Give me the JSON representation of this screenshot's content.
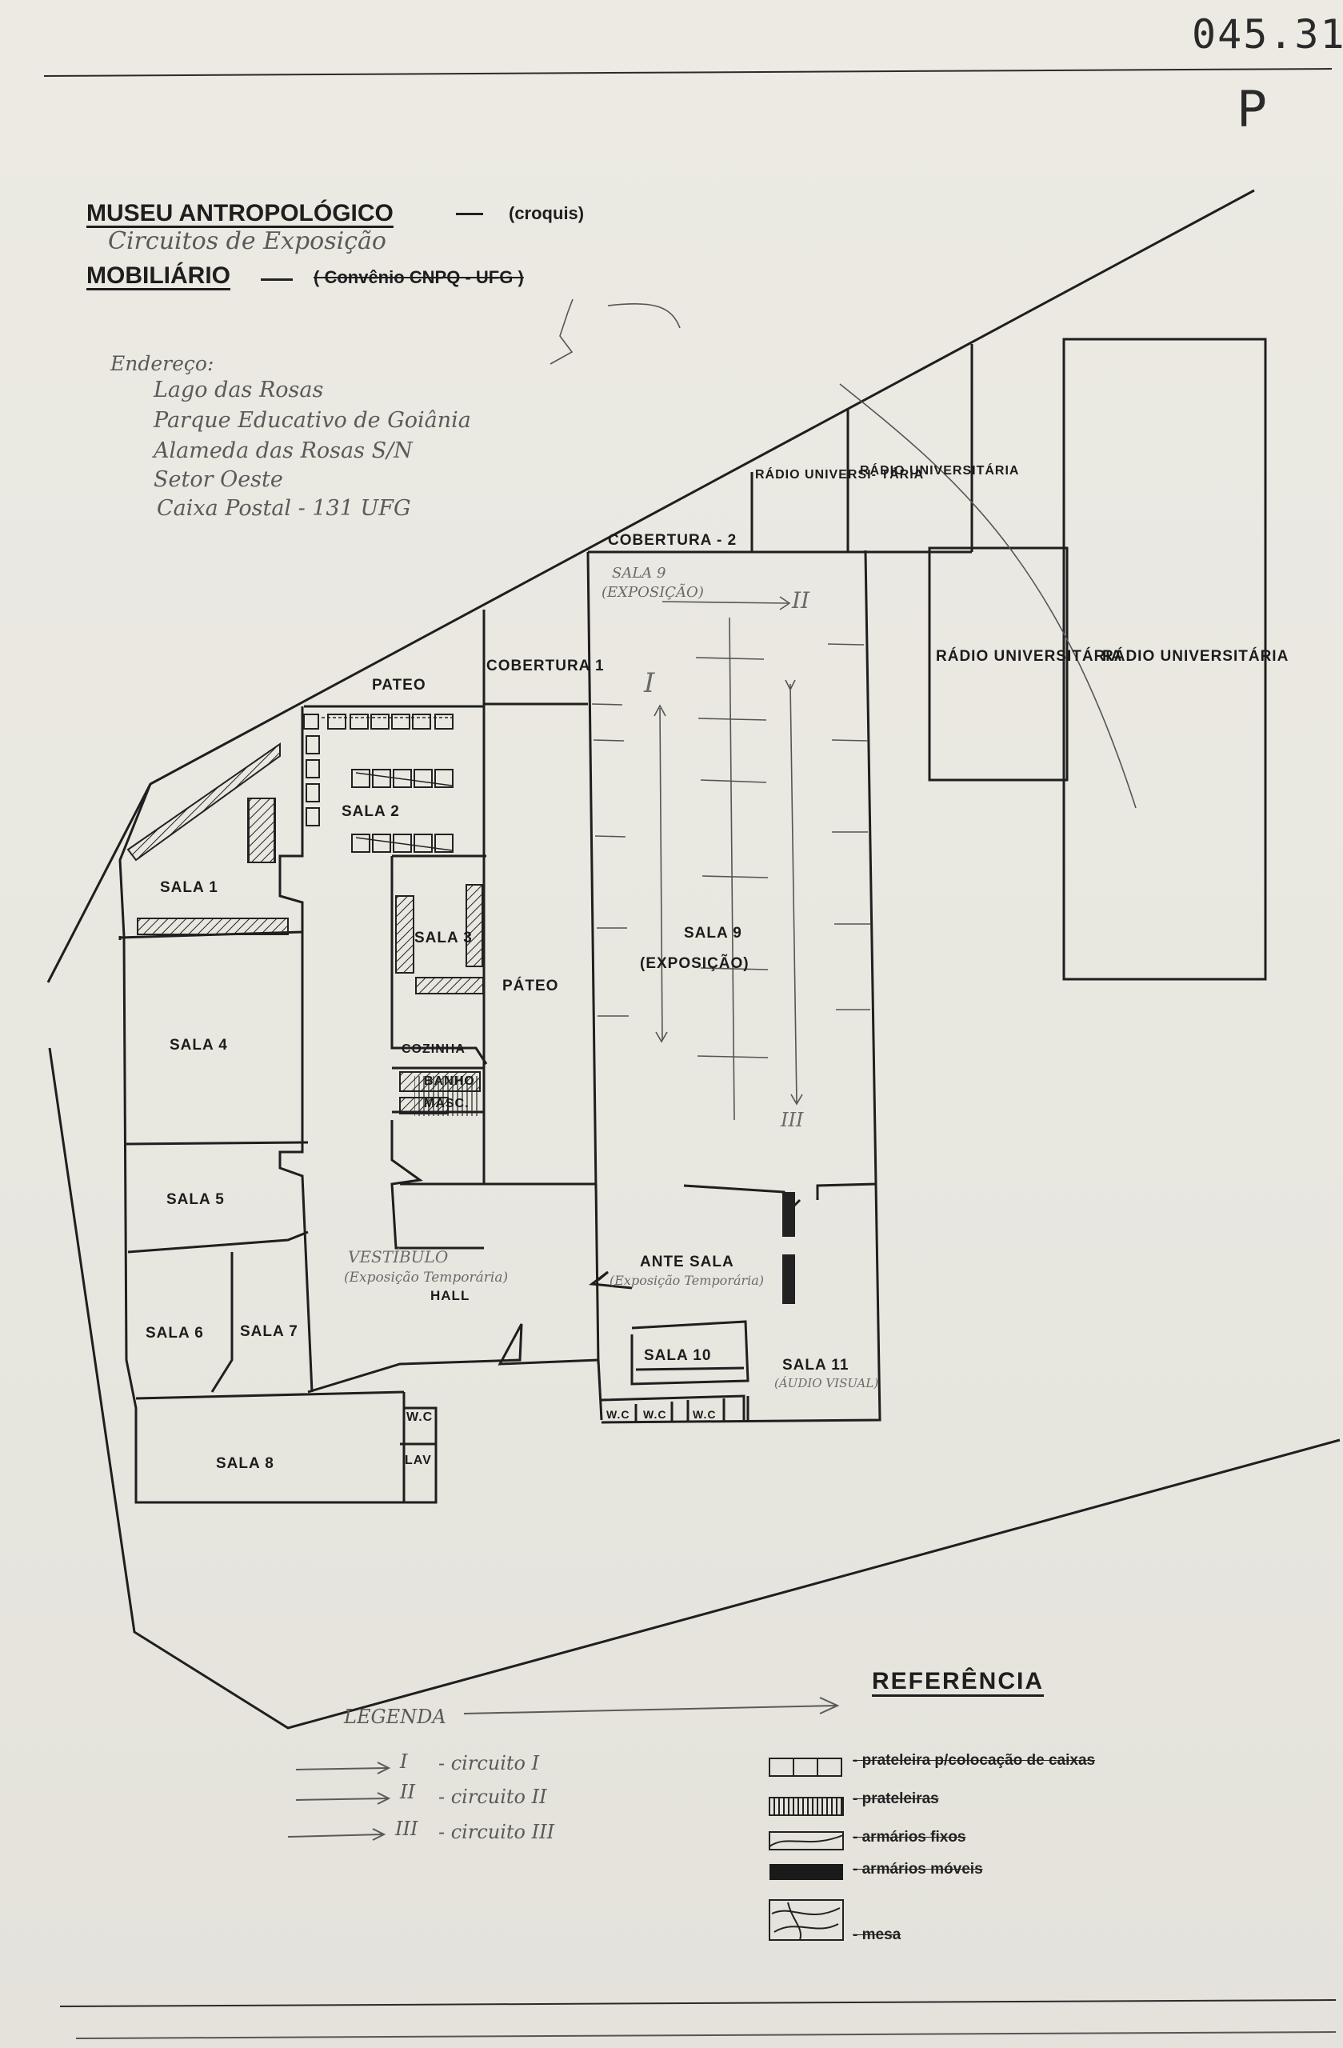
{
  "archive_code": "045.31",
  "archive_letter": "P",
  "header": {
    "title_museu": "MUSEU ANTROPOLÓGICO",
    "croquis": "(croquis)",
    "subtitle_hand": "Circuitos de Exposição",
    "title_mobiliario": "MOBILIÁRIO",
    "convenio": "( Convênio CNPQ - UFG )"
  },
  "address": {
    "label": "Endereço:",
    "lines": [
      "Lago das Rosas",
      "Parque Educativo de Goiânia",
      "Alameda das Rosas S/N",
      "Setor Oeste",
      "Caixa Postal - 131 UFG"
    ]
  },
  "rooms": {
    "radio_universitaria_1": "RÁDIO UNIVERSI- TÁRIA",
    "radio_universitaria_2": "RÁDIO UNIVERSITÁRIA",
    "radio_universitaria_3": "RÁDIO UNIVERSITÁRIA",
    "radio_universitaria_4": "RÁDIO UNIVERSITÁRIA",
    "cobertura_2": "COBERTURA - 2",
    "cobertura_1": "COBERTURA 1",
    "pateo_top": "PATEO",
    "pateo_mid": "PÁTEO",
    "sala_1": "SALA 1",
    "sala_2": "SALA 2",
    "sala_3": "SALA 3",
    "sala_4": "SALA 4",
    "sala_5": "SALA 5",
    "sala_6": "SALA 6",
    "sala_7": "SALA 7",
    "sala_8": "SALA 8",
    "sala_9": "SALA 9",
    "sala_9_sub": "(EXPOSIÇÃO)",
    "sala_9_hand": "SALA 9",
    "sala_9_hand_sub": "(EXPOSIÇÃO)",
    "sala_10": "SALA 10",
    "sala_11": "SALA 11",
    "sala_11_sub": "(ÁUDIO VISUAL)",
    "ante_sala": "ANTE SALA",
    "ante_sala_sub": "(Exposição Temporária)",
    "cozinha": "COZINHA",
    "banho": "BANHO",
    "banho_2": "MASC.",
    "wc": "W.C",
    "lav": "LAV",
    "vestibulo": "VESTÍBULO",
    "vestibulo_sub": "(Exposição Temporária)",
    "hall": "HALL",
    "circuit_I": "I",
    "circuit_II": "II",
    "circuit_III": "III"
  },
  "legenda": {
    "title": "LEGENDA",
    "items": [
      {
        "numeral": "I",
        "text": "- circuito I"
      },
      {
        "numeral": "II",
        "text": "- circuito II"
      },
      {
        "numeral": "III",
        "text": "- circuito III"
      }
    ]
  },
  "referencia": {
    "title": "REFERÊNCIA",
    "items": [
      "- prateleira p/colocação de caixas",
      "- prateleiras",
      "- armários fixos",
      "- armários móveis",
      "- mesa"
    ]
  }
}
